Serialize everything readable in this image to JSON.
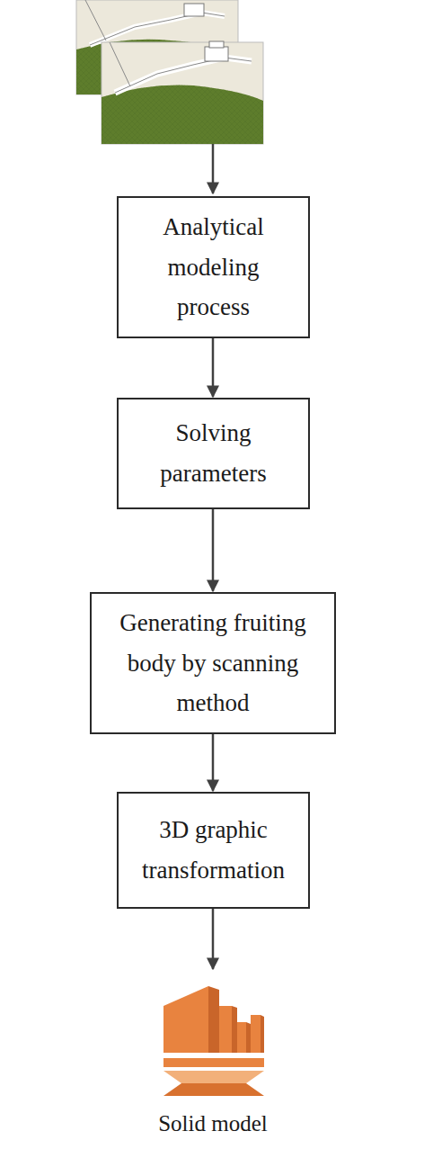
{
  "diagram": {
    "nodes": [
      {
        "text": [
          "Analytical modeling process"
        ]
      },
      {
        "text": [
          "Solving parameters"
        ]
      },
      {
        "text": [
          "Generating fruiting body by scanning method"
        ]
      },
      {
        "text": [
          "3D graphic transformation"
        ]
      },
      {
        "text": [
          "Solid model"
        ]
      }
    ],
    "edges": [
      {
        "from": 0,
        "to": 1,
        "arrow": "to"
      },
      {
        "from": 1,
        "to": 2,
        "arrow": "to"
      },
      {
        "from": 2,
        "to": 3,
        "arrow": "to"
      },
      {
        "from": 3,
        "to": 4,
        "arrow": "to"
      }
    ]
  }
}
